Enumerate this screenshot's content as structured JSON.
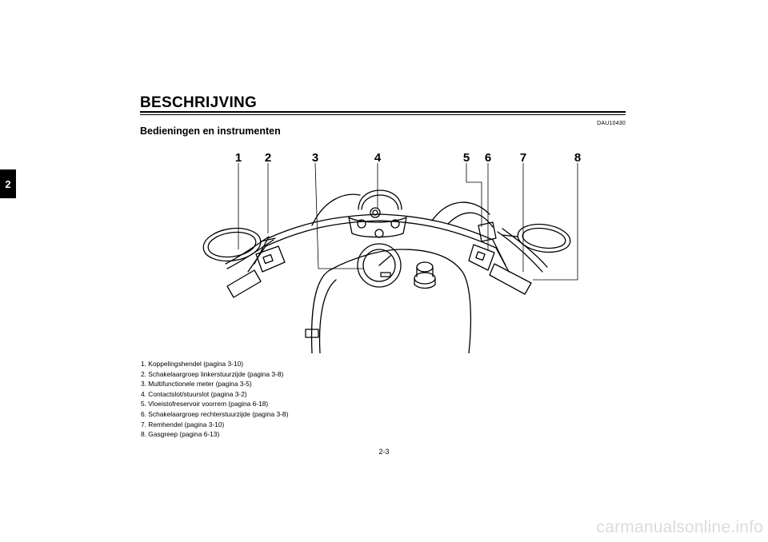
{
  "page": {
    "chapter_tab": "2",
    "section_title": "BESCHRIJVING",
    "doc_code": "DAU10430",
    "subtitle": "Bedieningen en instrumenten",
    "page_number": "2-3",
    "watermark": "carmanualsonline.info"
  },
  "figure": {
    "callout_numbers": [
      "1",
      "2",
      "3",
      "4",
      "5",
      "6",
      "7",
      "8"
    ]
  },
  "legend": [
    "1. Koppelingshendel (pagina 3-10)",
    "2. Schakelaargroep linkerstuurzijde (pagina 3-8)",
    "3. Multifunctionele meter (pagina 3-5)",
    "4. Contactslot/stuurslot (pagina 3-2)",
    "5. Vloeistofreservoir voorrem (pagina 6-18)",
    "6. Schakelaargroep rechterstuurzijde (pagina 3-8)",
    "7. Remhendel (pagina 3-10)",
    "8. Gasgreep (pagina 6-13)"
  ]
}
